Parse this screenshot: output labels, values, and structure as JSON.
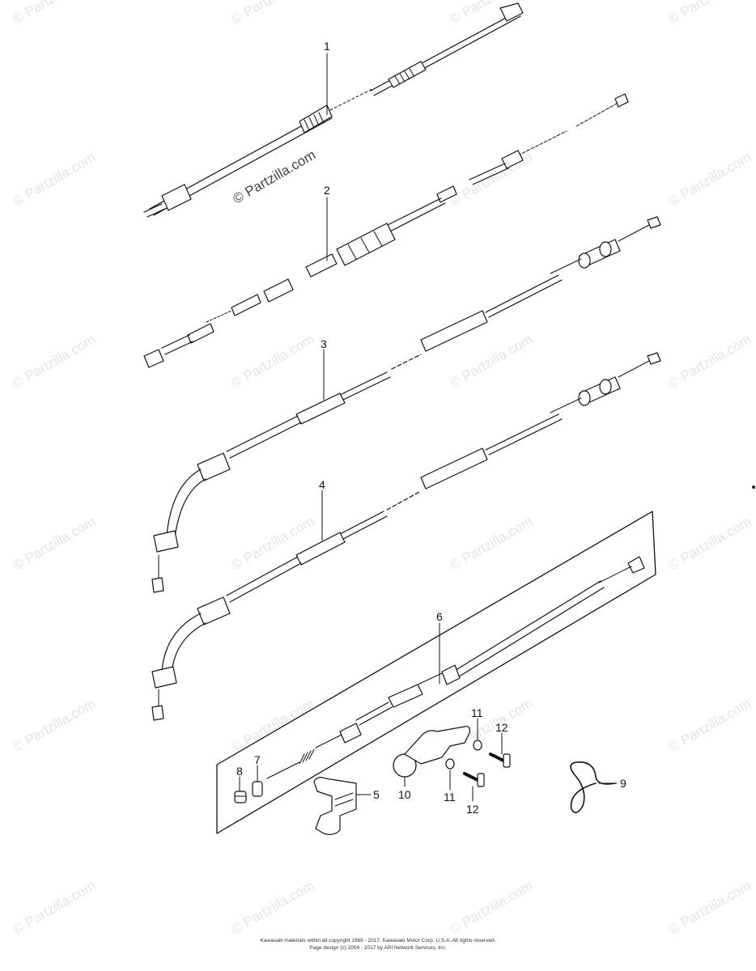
{
  "watermark": {
    "text": "© Partzilla.com",
    "center_text": "© Partzilla.com"
  },
  "callouts": {
    "c1": "1",
    "c2": "2",
    "c3": "3",
    "c4": "4",
    "c5": "5",
    "c6": "6",
    "c7": "7",
    "c8": "8",
    "c9": "9",
    "c10": "10",
    "c11a": "11",
    "c11b": "11",
    "c12a": "12",
    "c12b": "12"
  },
  "footer": {
    "line1": "Kawasaki materials within all copyright 1969 - 2017, Kawasaki Motor Corp. U.S.A.  All rights reserved.",
    "line2": "Page design (c) 2004 - 2017 by ARI Network Services, Inc."
  },
  "colors": {
    "line": "#111111",
    "watermark": "#e4e4e4",
    "background": "#ffffff"
  }
}
